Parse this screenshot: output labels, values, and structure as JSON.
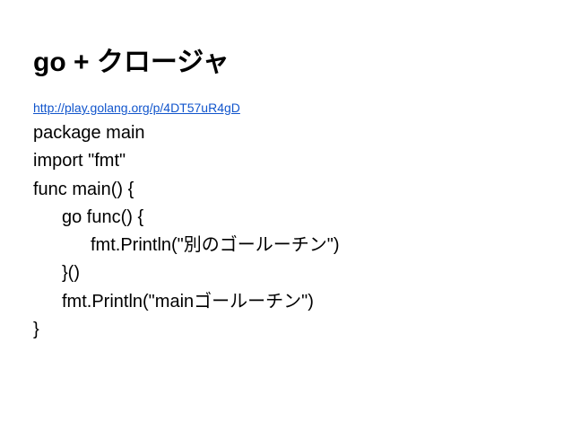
{
  "slide": {
    "title": "go + クロージャ",
    "link": "http://play.golang.org/p/4DT57uR4gD",
    "code_lines": [
      {
        "text": "package main",
        "indent": 0
      },
      {
        "text": "import \"fmt\"",
        "indent": 0
      },
      {
        "text": "func main() {",
        "indent": 0
      },
      {
        "text": "go func() {",
        "indent": 1
      },
      {
        "text": "fmt.Println(\"別のゴールーチン\")",
        "indent": 2
      },
      {
        "text": "}()",
        "indent": 1
      },
      {
        "text": "fmt.Println(\"mainゴールーチン\")",
        "indent": 1
      },
      {
        "text": "}",
        "indent": 0
      }
    ]
  }
}
